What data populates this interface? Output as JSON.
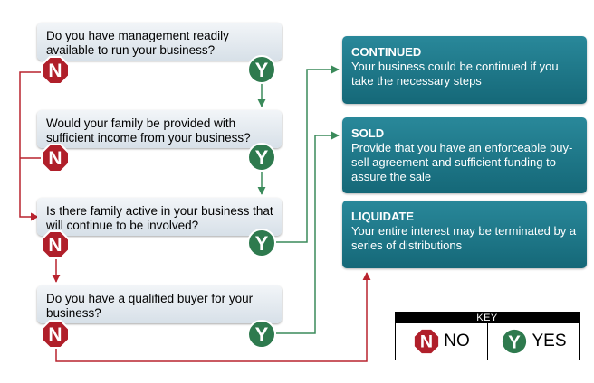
{
  "questions": [
    "Do you have management readily available to run your business?",
    "Would your family be provided with sufficient income from your business?",
    "Is there family active in your business that will continue to be involved?",
    "Do you have a qualified buyer for your business?"
  ],
  "outcomes": [
    {
      "title": "CONTINUED",
      "body": "Your business could be continued if you take the necessary steps"
    },
    {
      "title": "SOLD",
      "body": "Provide that you have an enforceable buy-sell agreement and sufficient funding to assure the sale"
    },
    {
      "title": "LIQUIDATE",
      "body": "Your entire interest may be terminated by a series of distributions"
    }
  ],
  "badges": {
    "no": "N",
    "yes": "Y"
  },
  "key": {
    "title": "KEY",
    "no_label": "NO",
    "yes_label": "YES"
  },
  "colors": {
    "no": "#b01f2a",
    "yes": "#2e7a4e",
    "no_arrow": "#b9232e",
    "yes_arrow": "#3a8a5a",
    "outcome": "#1d7585"
  }
}
